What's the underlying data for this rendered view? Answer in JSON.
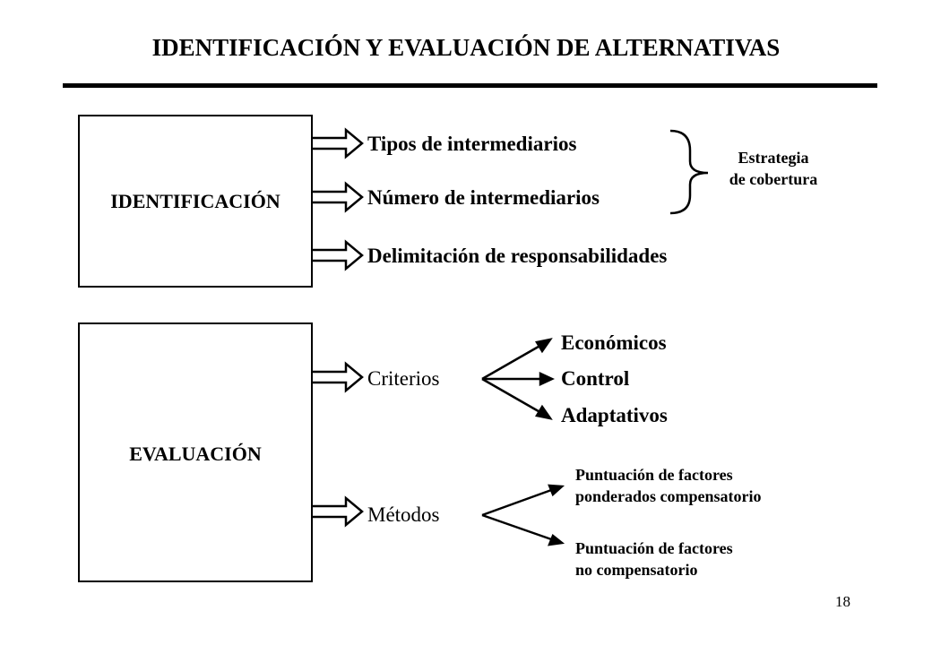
{
  "title": "IDENTIFICACIÓN Y EVALUACIÓN DE ALTERNATIVAS",
  "identificacion": {
    "box_label": "IDENTIFICACIÓN",
    "items": [
      "Tipos de intermediarios",
      "Número de intermediarios",
      "Delimitación de responsabilidades"
    ],
    "bracket_label_line1": "Estrategia",
    "bracket_label_line2": "de cobertura"
  },
  "evaluacion": {
    "box_label": "EVALUACIÓN",
    "criterios": {
      "label": "Criterios",
      "options": [
        "Económicos",
        "Control",
        "Adaptativos"
      ]
    },
    "metodos": {
      "label": "Métodos",
      "option1_line1": "Puntuación de factores",
      "option1_line2": "ponderados compensatorio",
      "option2_line1": "Puntuación de factores",
      "option2_line2": "no compensatorio"
    }
  },
  "page_number": "18"
}
